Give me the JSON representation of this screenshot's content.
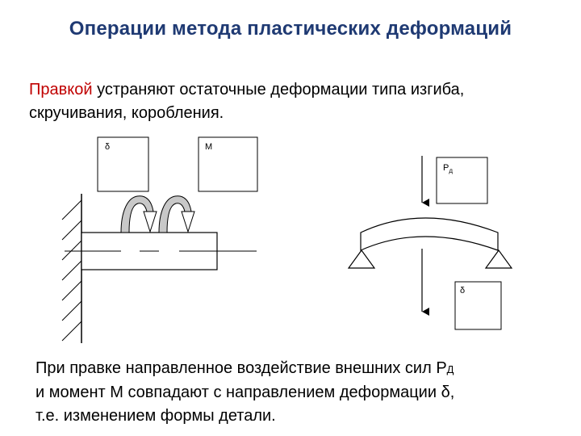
{
  "title": "Операции метода пластических деформаций",
  "intro": {
    "highlight": "Правкой",
    "rest_line1": " устраняют остаточные деформации типа изгиба,",
    "line2": "скручивания, коробления."
  },
  "diagram": {
    "box_delta_label": "δ",
    "box_moment_label": "М",
    "box_force_label": "Р",
    "box_force_sub": "д",
    "box_delta2_label": "δ"
  },
  "outro": {
    "line1_text": "При правке направленное воздействие внешних сил Р",
    "line1_sub": "Д",
    "line2": "и момент М совпадают с направлением деформации δ,",
    "line3": "т.е. изменением формы детали."
  },
  "colors": {
    "title": "#1f3a73",
    "highlight": "#c00000",
    "arrow_fill": "#c8c8c8"
  }
}
